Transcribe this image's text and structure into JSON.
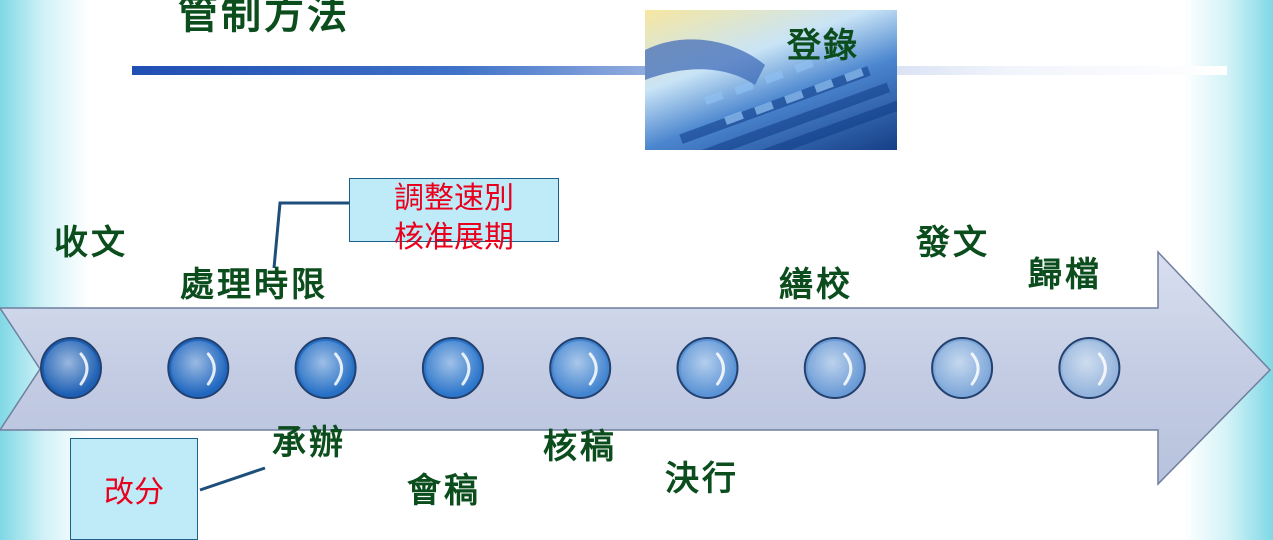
{
  "title": "管制方法",
  "photo_label": "登錄",
  "callouts": {
    "top": {
      "lines": [
        "調整速別",
        "核准展期"
      ]
    },
    "bottom": {
      "lines": [
        "改分"
      ]
    }
  },
  "labels_above": [
    "收文",
    "處理時限",
    "繕校",
    "發文",
    "歸檔"
  ],
  "labels_below": [
    "承辦",
    "會稿",
    "核稿",
    "決行"
  ],
  "colors": {
    "label_text": "#0b4d1c",
    "callout_text": "#e8001c",
    "callout_fill": "#bfeaf8",
    "arrow_fill": "#c6cfe6",
    "title_rule": "#1f4fb3"
  },
  "timeline": {
    "node_count": 9,
    "node_colors": [
      "#1c5fb4",
      "#1f66bf",
      "#2670c6",
      "#2c76cb",
      "#4284d0",
      "#5a93d6",
      "#6b9bd6",
      "#7fa8da",
      "#94b4dc"
    ]
  }
}
